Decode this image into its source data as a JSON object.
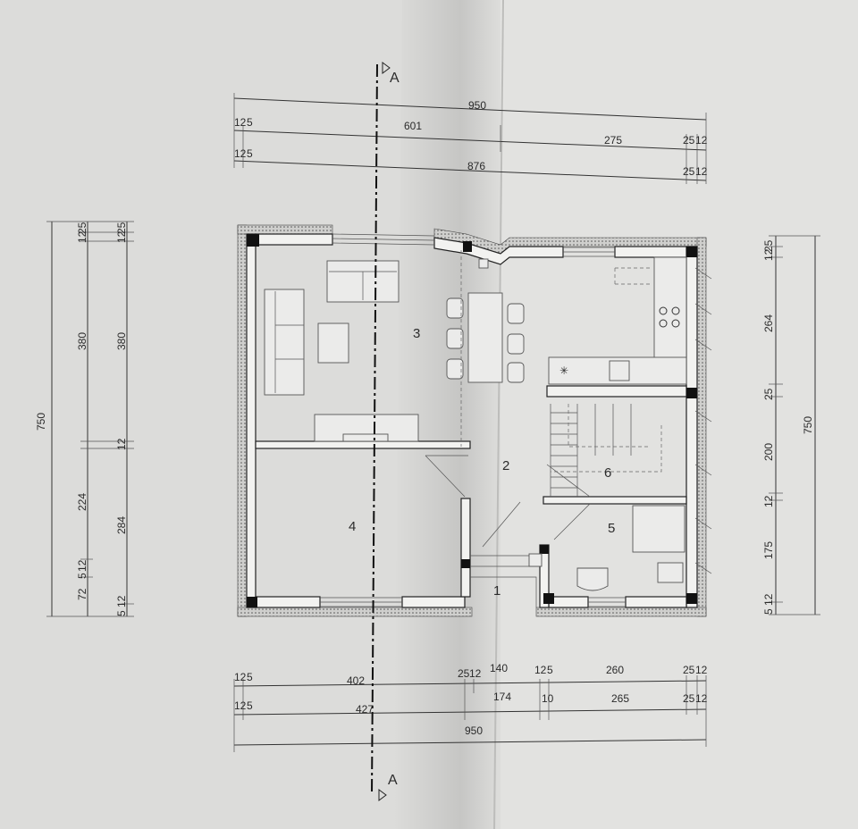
{
  "section_marks": {
    "top": "A",
    "bottom": "A"
  },
  "rooms": [
    {
      "id": "r3",
      "label": "3"
    },
    {
      "id": "r2",
      "label": "2"
    },
    {
      "id": "r6",
      "label": "6"
    },
    {
      "id": "r5",
      "label": "5"
    },
    {
      "id": "r4",
      "label": "4"
    },
    {
      "id": "r1",
      "label": "1"
    }
  ],
  "dims_top": {
    "row1": [
      "950"
    ],
    "row2": [
      "12",
      "5",
      "601",
      "275",
      "25",
      "12"
    ],
    "row3": [
      "12",
      "5",
      "876",
      "25",
      "12"
    ]
  },
  "dims_bottom": {
    "row1": [
      "12",
      "5",
      "402",
      "25",
      "12",
      "140",
      "12",
      "5",
      "260",
      "25",
      "12"
    ],
    "row2": [
      "12",
      "5",
      "427",
      "174",
      "10",
      "265",
      "25",
      "12"
    ],
    "row3": [
      "950"
    ]
  },
  "dims_left": {
    "outer": [
      "750"
    ],
    "middle": [
      "25",
      "12",
      "380",
      "224",
      "12",
      "5",
      "72"
    ],
    "inner": [
      "25",
      "12",
      "380",
      "12",
      "284",
      "12",
      "5"
    ]
  },
  "dims_right": {
    "inner": [
      "25",
      "12",
      "264",
      "25",
      "200",
      "12",
      "175",
      "12",
      "5"
    ],
    "outer": [
      "750"
    ]
  },
  "colors": {
    "paper": "#d9d9d7",
    "ink": "#2b2b2b",
    "fold_shadow": "#c4c4c2"
  }
}
